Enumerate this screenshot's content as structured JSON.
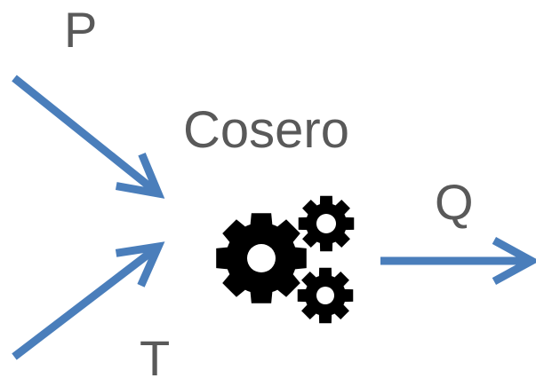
{
  "diagram": {
    "title": "Cosero",
    "inputs": [
      {
        "label": "P"
      },
      {
        "label": "T"
      }
    ],
    "output": {
      "label": "Q"
    },
    "icon": "gears-icon",
    "colors": {
      "arrow": "#4a7ebb",
      "text": "#595959",
      "gear": "#000000",
      "background": "#ffffff"
    }
  }
}
